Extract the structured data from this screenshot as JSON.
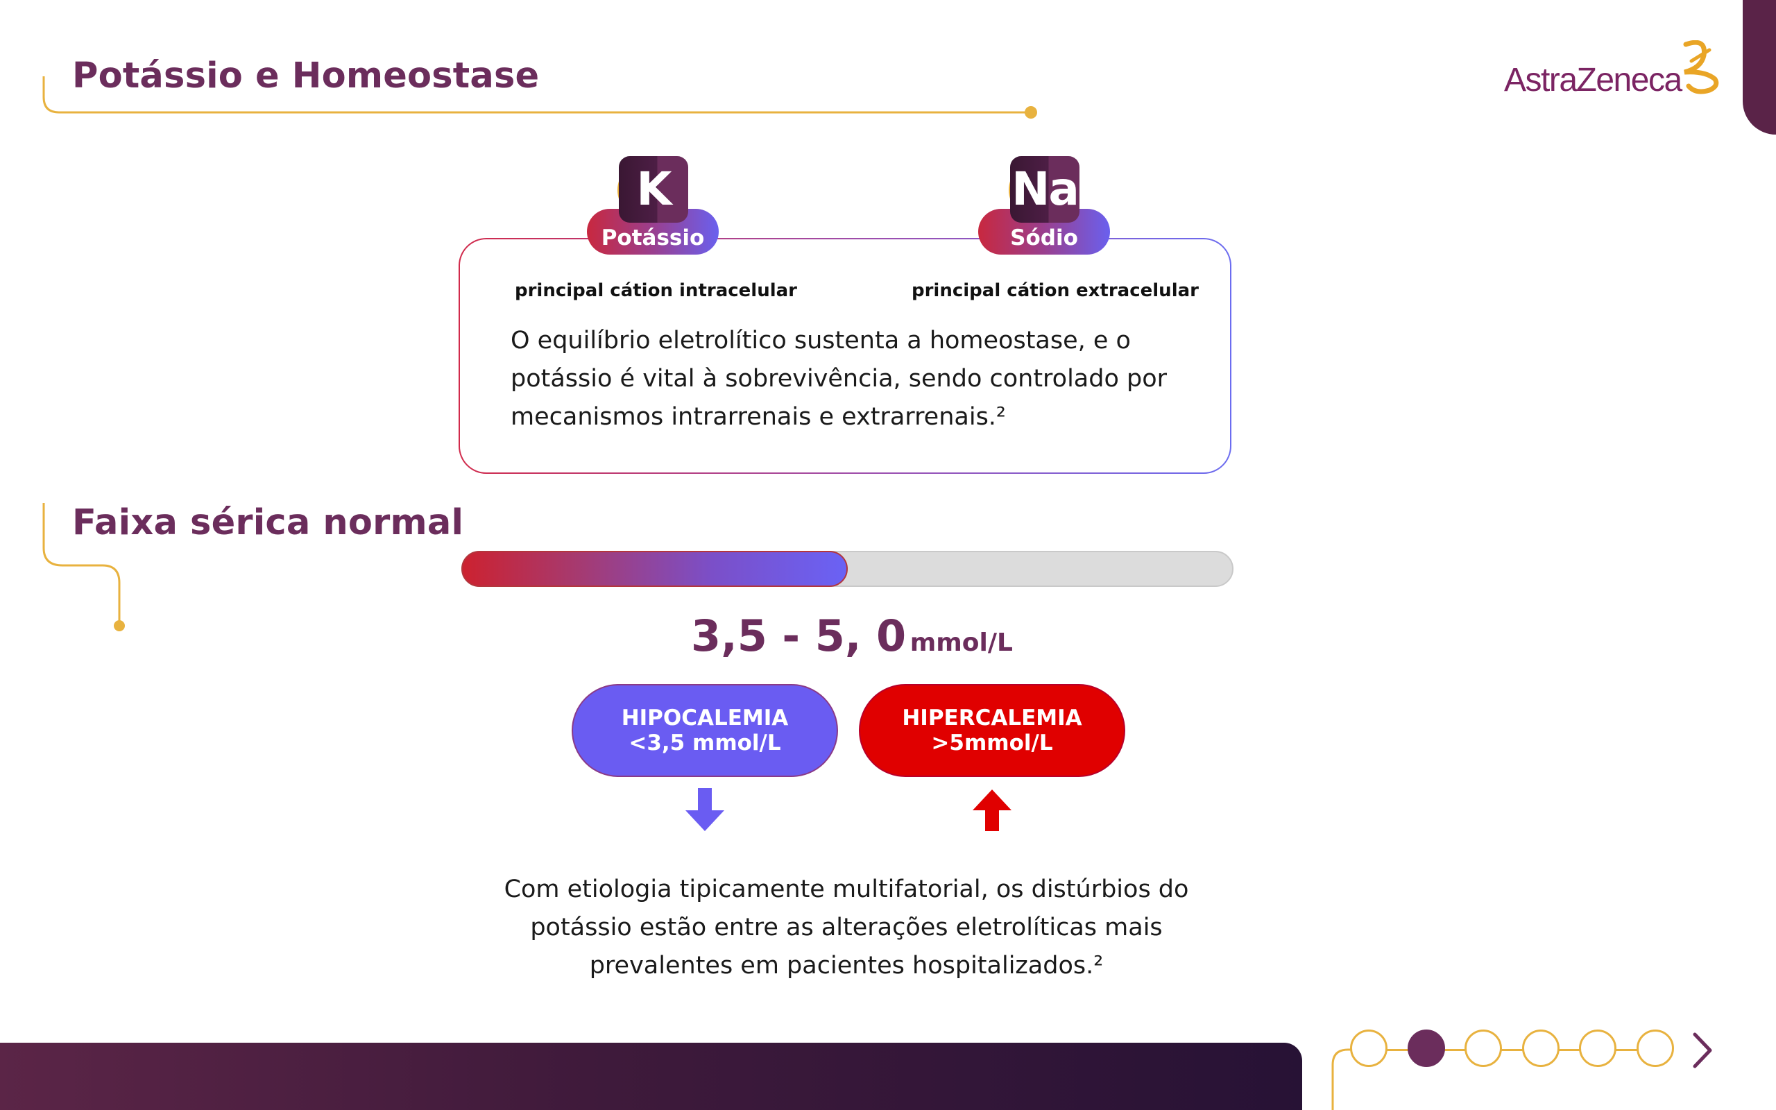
{
  "header": {
    "title": "Potássio e Homeostase",
    "logo_text": "AstraZeneca"
  },
  "elements": [
    {
      "symbol": "K",
      "label": "Potássio",
      "description": "principal cátion intracelular"
    },
    {
      "symbol": "Na",
      "label": "Sódio",
      "description": "principal cátion extracelular"
    }
  ],
  "card": {
    "text": "O equilíbrio eletrolítico sustenta a homeostase, e o potássio é vital à sobrevivência, sendo controlado por mecanismos intrarrenais e extrarrenais.²"
  },
  "serum": {
    "title": "Faixa sérica normal",
    "range_value": "3,5 - 5, 0",
    "unit": "mmol/L",
    "bar_fill_fraction": 0.5,
    "hipo": {
      "line1": "HIPOCALEMIA",
      "line2": "<3,5 mmol/L"
    },
    "hiper": {
      "line1": "HIPERCALEMIA",
      "line2": ">5mmol/L"
    }
  },
  "bottom_text": "Com etiologia tipicamente multifatorial, os distúrbios do potássio estão entre as alterações eletrolíticas mais prevalentes em pacientes hospitalizados.²",
  "pagination": {
    "total": 6,
    "current": 2,
    "next_icon": "chevron-right-icon"
  },
  "colors": {
    "brand_purple": "#6b2d5c",
    "gold": "#e9b13c",
    "hipo_blue": "#6a5cf2",
    "hiper_red": "#e00000"
  }
}
